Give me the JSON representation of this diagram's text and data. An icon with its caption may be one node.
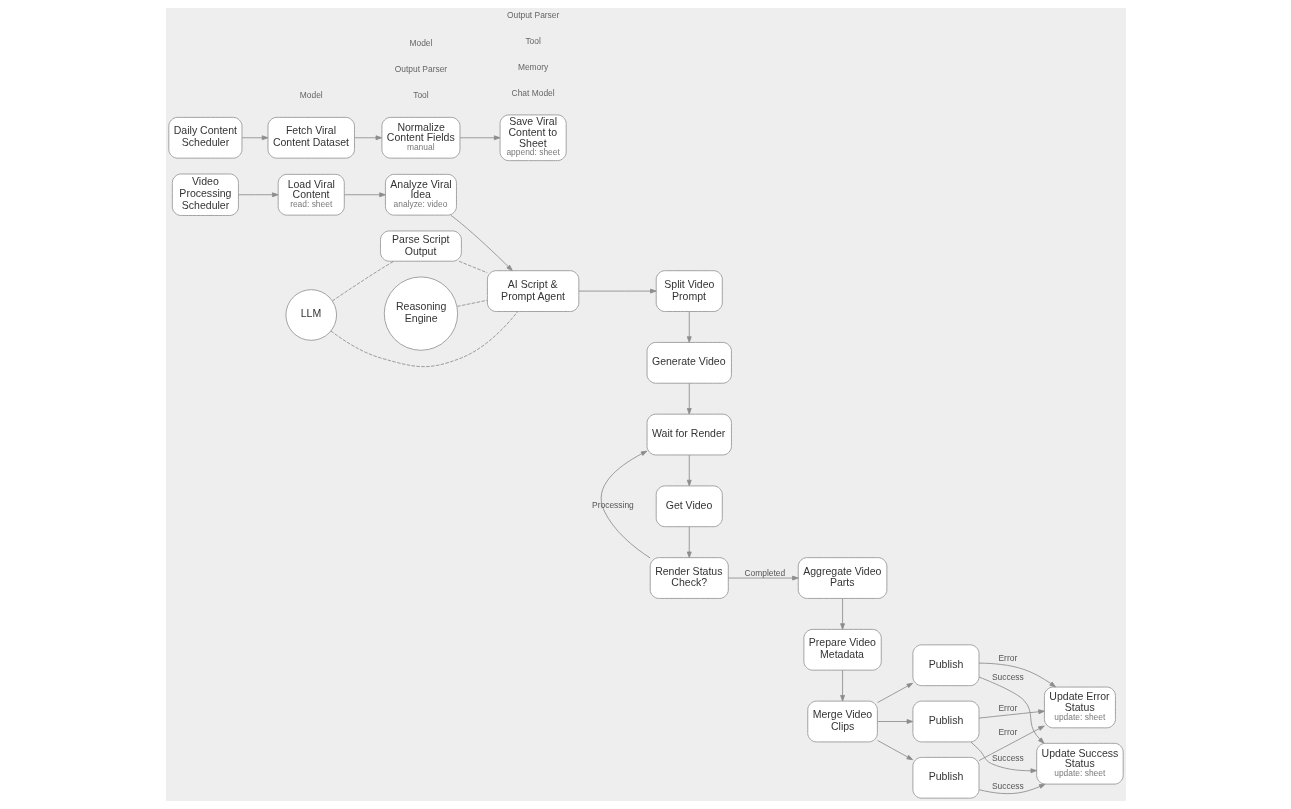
{
  "diagram": {
    "nodes": [
      {
        "text": [
          "Daily Content Scheduler"
        ]
      },
      {
        "text": [
          "Fetch Viral Content Dataset"
        ]
      },
      {
        "text": [
          "Normalize Content Fields",
          "manual"
        ]
      },
      {
        "text": [
          "Save Viral Content to Sheet",
          "append: sheet"
        ]
      },
      {
        "text": [
          "Video Processing Scheduler"
        ]
      },
      {
        "text": [
          "Load Viral Content",
          "read: sheet"
        ]
      },
      {
        "text": [
          "Analyze Viral Idea",
          "analyze: video"
        ]
      },
      {
        "text": [
          "AI Script & Prompt Agent"
        ]
      },
      {
        "text": [
          "LLM"
        ]
      },
      {
        "text": [
          "Reasoning Engine"
        ]
      },
      {
        "text": [
          "Parse Script Output"
        ]
      },
      {
        "text": [
          "Split Video Prompt"
        ]
      },
      {
        "text": [
          "Generate Video"
        ]
      },
      {
        "text": [
          "Wait for Render"
        ]
      },
      {
        "text": [
          "Get Video"
        ]
      },
      {
        "text": [
          "Render Status Check?"
        ]
      },
      {
        "text": [
          "Aggregate Video Parts"
        ]
      },
      {
        "text": [
          "Prepare Video Metadata"
        ]
      },
      {
        "text": [
          "Merge Video Clips"
        ]
      },
      {
        "text": [
          "Publish"
        ]
      },
      {
        "text": [
          "Publish"
        ]
      },
      {
        "text": [
          "Publish"
        ]
      },
      {
        "text": [
          "Update Success Status",
          "update: sheet"
        ]
      },
      {
        "text": [
          "Update Error Status",
          "update: sheet"
        ]
      }
    ],
    "edges": [
      {
        "from": 0,
        "to": 1,
        "arrow": "to"
      },
      {
        "from": 1,
        "to": 2,
        "arrow": "to"
      },
      {
        "from": 2,
        "to": 3,
        "arrow": "to"
      },
      {
        "from": 4,
        "to": 5,
        "arrow": "to"
      },
      {
        "from": 5,
        "to": 6,
        "arrow": "to"
      },
      {
        "from": 6,
        "to": 7,
        "arrow": "to"
      },
      {
        "from": 8,
        "to": 7,
        "arrow": "none",
        "style": "dashed"
      },
      {
        "from": 9,
        "to": 7,
        "arrow": "none",
        "style": "dashed"
      },
      {
        "from": 10,
        "to": 7,
        "arrow": "none",
        "style": "dashed"
      },
      {
        "from": 8,
        "to": 10,
        "arrow": "none",
        "style": "dashed"
      },
      {
        "from": 7,
        "to": 11,
        "arrow": "to"
      },
      {
        "from": 11,
        "to": 12,
        "arrow": "to"
      },
      {
        "from": 12,
        "to": 13,
        "arrow": "to"
      },
      {
        "from": 13,
        "to": 14,
        "arrow": "to"
      },
      {
        "from": 14,
        "to": 15,
        "arrow": "to"
      },
      {
        "from": 15,
        "to": 13,
        "arrow": "to",
        "label": "Processing"
      },
      {
        "from": 15,
        "to": 16,
        "arrow": "to",
        "label": "Completed"
      },
      {
        "from": 16,
        "to": 17,
        "arrow": "to"
      },
      {
        "from": 17,
        "to": 18,
        "arrow": "to"
      },
      {
        "from": 18,
        "to": 19,
        "arrow": "to"
      },
      {
        "from": 18,
        "to": 20,
        "arrow": "to"
      },
      {
        "from": 18,
        "to": 21,
        "arrow": "to"
      },
      {
        "from": 19,
        "to": 22,
        "arrow": "to",
        "label": "Success"
      },
      {
        "from": 19,
        "to": 23,
        "arrow": "to",
        "label": "Error"
      },
      {
        "from": 20,
        "to": 22,
        "arrow": "to",
        "label": "Success"
      },
      {
        "from": 20,
        "to": 23,
        "arrow": "to",
        "label": "Error"
      },
      {
        "from": 21,
        "to": 22,
        "arrow": "to",
        "label": "Success"
      },
      {
        "from": 21,
        "to": 23,
        "arrow": "to",
        "label": "Error"
      }
    ],
    "labels": [
      "Model",
      "Chat Model",
      "Memory",
      "Tool",
      "Output Parser",
      "Tool",
      "Output Parser",
      "Model"
    ]
  }
}
